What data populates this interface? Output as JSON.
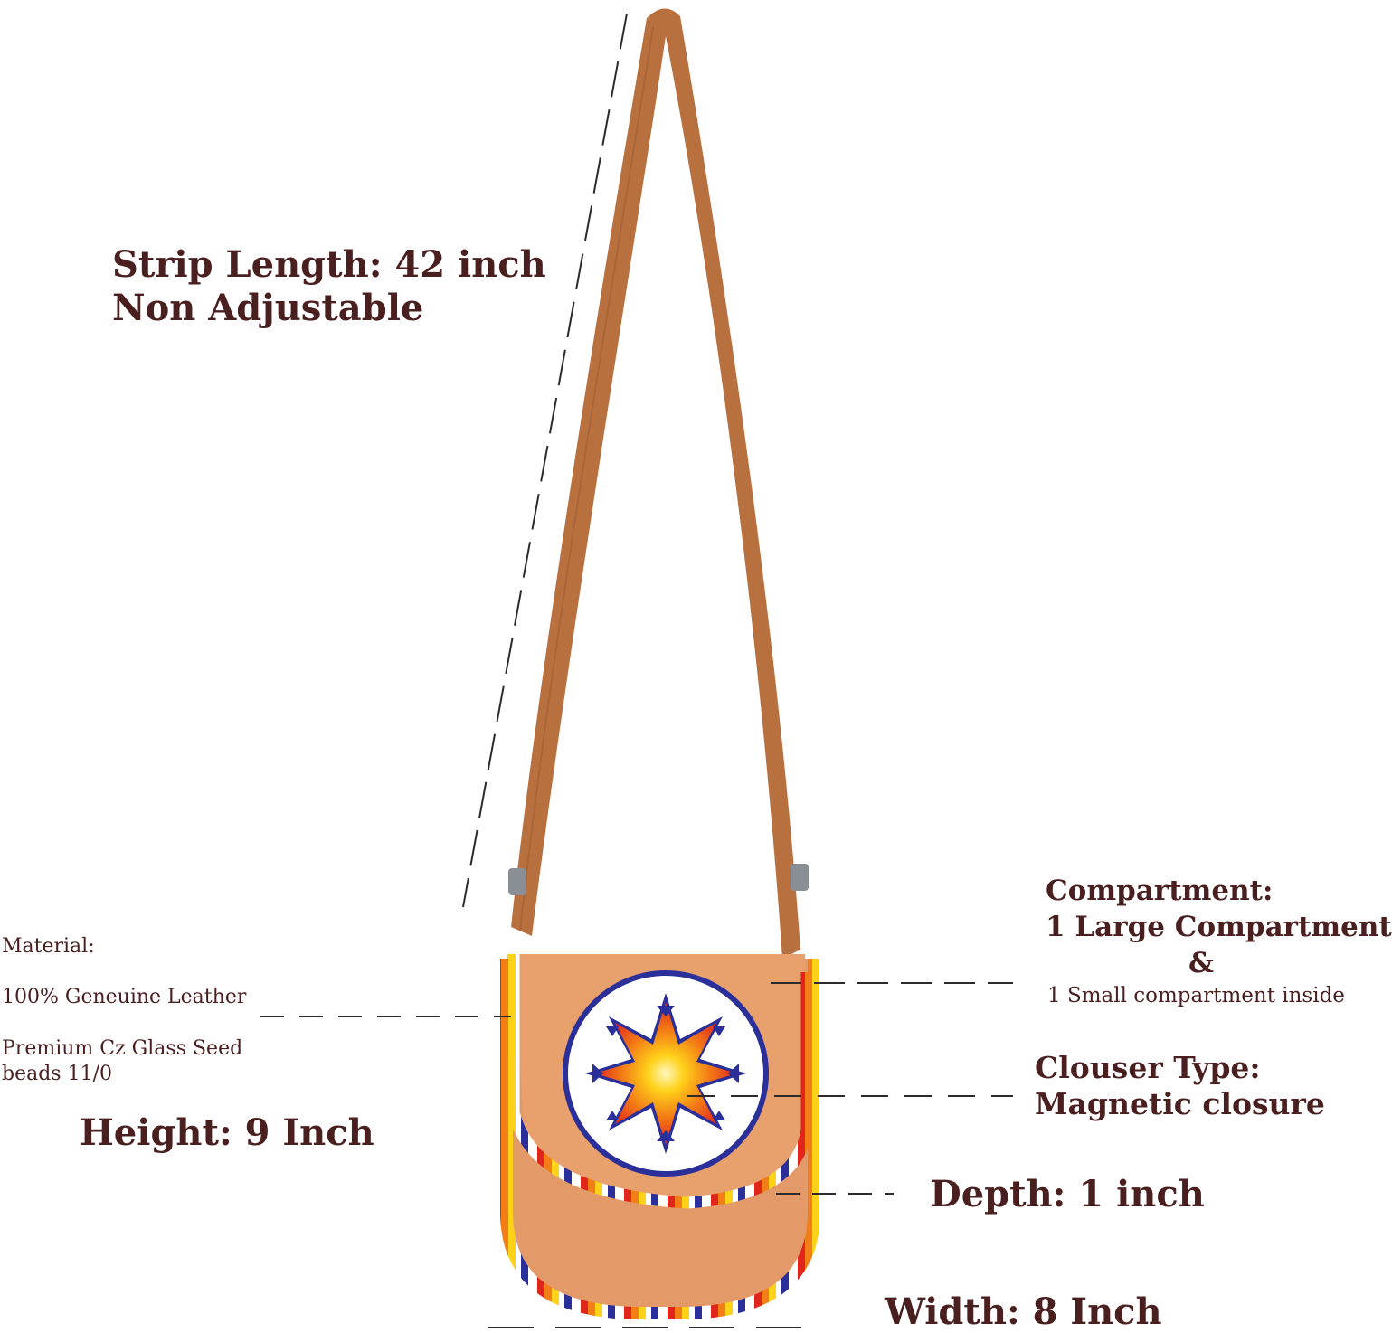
{
  "strap": {
    "line1": "Strip Length:  42 inch",
    "line2": "Non Adjustable"
  },
  "material": {
    "heading": "Material:",
    "leather": "100% Geneuine Leather",
    "beads_line1": "Premium Cz Glass Seed",
    "beads_line2": "beads 11/0"
  },
  "height": {
    "text": "Height:   9 Inch"
  },
  "compartment": {
    "heading": "Compartment:",
    "large": "1 Large Compartment",
    "amp": "&",
    "small": "1 Small compartment inside"
  },
  "closure": {
    "heading": "Clouser Type:",
    "value": "Magnetic closure"
  },
  "depth": {
    "text": "Depth:  1 inch"
  },
  "width": {
    "text": "Width:    8 Inch"
  },
  "colors": {
    "text": "#4a1f1f",
    "leather": "#e39a68",
    "strap": "#b9703f",
    "bead_red": "#e0251b",
    "bead_orange": "#f37d16",
    "bead_yellow": "#ffd21a",
    "bead_blue": "#2a2f9a",
    "bead_white": "#ffffff"
  }
}
